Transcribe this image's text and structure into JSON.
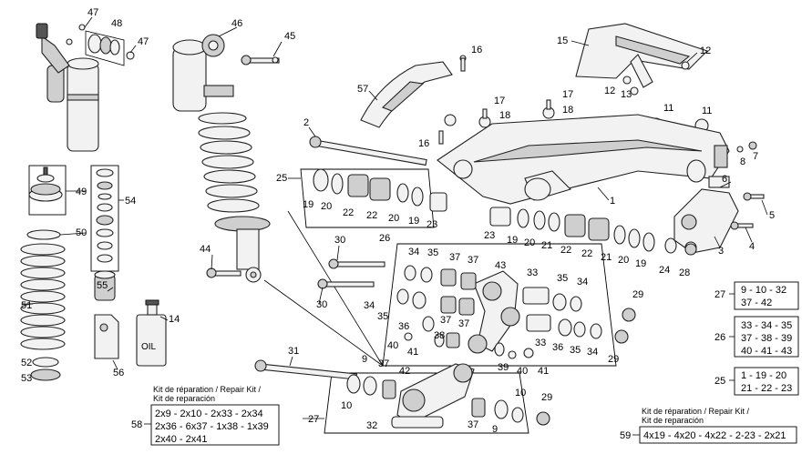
{
  "callouts": {
    "c1": "1",
    "c2": "2",
    "c3": "3",
    "c4": "4",
    "c5": "5",
    "c6": "6",
    "c7": "7",
    "c8": "8",
    "c9a": "9",
    "c9b": "9",
    "c10a": "10",
    "c10b": "10",
    "c11a": "11",
    "c11b": "11",
    "c12a": "12",
    "c12b": "12",
    "c13": "13",
    "c14": "14",
    "c15": "15",
    "c16a": "16",
    "c16b": "16",
    "c17a": "17",
    "c17b": "17",
    "c18a": "18",
    "c18b": "18",
    "c19a": "19",
    "c19b": "19",
    "c19c": "19",
    "c19d": "19",
    "c20a": "20",
    "c20b": "20",
    "c20c": "20",
    "c20d": "20",
    "c21a": "21",
    "c21b": "21",
    "c22a": "22",
    "c22b": "22",
    "c22c": "22",
    "c22d": "22",
    "c23a": "23",
    "c23b": "23",
    "c24": "24",
    "c25": "25",
    "c26": "26",
    "c27": "27",
    "c28": "28",
    "c29a": "29",
    "c29b": "29",
    "c29c": "29",
    "c30a": "30",
    "c30b": "30",
    "c31": "31",
    "c32": "32",
    "c33a": "33",
    "c33b": "33",
    "c34a": "34",
    "c34b": "34",
    "c34c": "34",
    "c34d": "34",
    "c35a": "35",
    "c35b": "35",
    "c35c": "35",
    "c36a": "36",
    "c36b": "36",
    "c37a": "37",
    "c37b": "37",
    "c37c": "37",
    "c37d": "37",
    "c37e": "37",
    "c37f": "37",
    "c39": "39",
    "c40a": "40",
    "c40b": "40",
    "c41a": "41",
    "c41b": "41",
    "c42": "42",
    "c43": "43",
    "c44": "44",
    "c45": "45",
    "c46": "46",
    "c47a": "47",
    "c47b": "47",
    "c48": "48",
    "c49": "49",
    "c50": "50",
    "c51": "51",
    "c52": "52",
    "c53": "53",
    "c54": "54",
    "c55": "55",
    "c56": "56",
    "c57": "57",
    "c58": "58",
    "c59": "59"
  },
  "oil_label": "OIL",
  "legend": [
    {
      "number": "27",
      "lines": [
        "9 - 10 - 32",
        "37 - 42"
      ]
    },
    {
      "number": "26",
      "lines": [
        "33 - 34 - 35",
        "37 - 38 - 39",
        "40 - 41 - 43"
      ]
    },
    {
      "number": "25",
      "lines": [
        "1 - 19 - 20",
        "21 - 22 - 23"
      ]
    }
  ],
  "kit58": {
    "title": [
      "Kit de réparation / Repair Kit /",
      "Kit de reparación"
    ],
    "number": "58",
    "lines": [
      "2x9 - 2x10 - 2x33 - 2x34",
      "2x36 - 6x37 - 1x38 - 1x39",
      "2x40 - 2x41"
    ]
  },
  "kit59": {
    "title": [
      "Kit de réparation / Repair Kit /",
      "Kit de reparación"
    ],
    "number": "59",
    "lines": [
      "4x19 - 4x20 - 4x22 - 2-23 - 2x21"
    ]
  }
}
